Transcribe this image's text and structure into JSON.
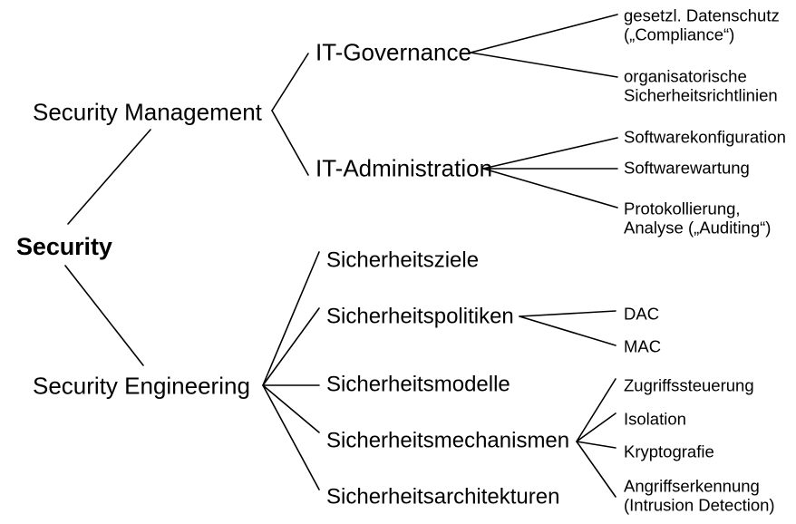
{
  "diagram": {
    "title": "Security",
    "type": "tree",
    "orientation": "left-to-right",
    "background_color": "#ffffff",
    "line_color": "#000000",
    "text_color": "#000000",
    "nodes": {
      "root": {
        "label": "Security",
        "level": 0,
        "bold": true
      },
      "security_management": {
        "label": "Security Management",
        "level": 1
      },
      "security_engineering": {
        "label": "Security Engineering",
        "level": 1
      },
      "it_governance": {
        "label": "IT-Governance",
        "level": 2
      },
      "it_administration": {
        "label": "IT-Administration",
        "level": 2
      },
      "sicherheitsziele": {
        "label": "Sicherheitsziele",
        "level": 2
      },
      "sicherheitspolitiken": {
        "label": "Sicherheitspolitiken",
        "level": 2
      },
      "sicherheitsmodelle": {
        "label": "Sicherheitsmodelle",
        "level": 2
      },
      "sicherheitsmechanismen": {
        "label": "Sicherheitsmechanismen",
        "level": 2
      },
      "sicherheitsarchitekturen": {
        "label": "Sicherheitsarchitekturen",
        "level": 2
      },
      "datenschutz": {
        "label": "gesetzl. Datenschutz\n(„Compliance“)",
        "level": 3
      },
      "richtlinien": {
        "label": "organisatorische\nSicherheitsrichtlinien",
        "level": 3
      },
      "softwarekonfiguration": {
        "label": "Softwarekonfiguration",
        "level": 3
      },
      "softwarewartung": {
        "label": "Softwarewartung",
        "level": 3
      },
      "protokollierung": {
        "label": "Protokollierung,\nAnalyse („Auditing“)",
        "level": 3
      },
      "dac": {
        "label": "DAC",
        "level": 3
      },
      "mac": {
        "label": "MAC",
        "level": 3
      },
      "zugriffssteuerung": {
        "label": "Zugriffssteuerung",
        "level": 3
      },
      "isolation": {
        "label": "Isolation",
        "level": 3
      },
      "kryptografie": {
        "label": "Kryptografie",
        "level": 3
      },
      "angriffserkennung": {
        "label": "Angriffserkennung\n(Intrusion Detection)",
        "level": 3
      }
    }
  }
}
